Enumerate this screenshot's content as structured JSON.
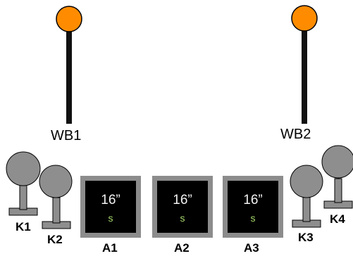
{
  "whiteboards": [
    {
      "label": "WB1",
      "marker_color": "#ff8c00"
    },
    {
      "label": "WB2",
      "marker_color": "#ff8c00"
    }
  ],
  "knobs": [
    {
      "label": "K1"
    },
    {
      "label": "K2"
    },
    {
      "label": "K3"
    },
    {
      "label": "K4"
    }
  ],
  "monitors": [
    {
      "label": "A1",
      "size": "16”",
      "sub": "s"
    },
    {
      "label": "A2",
      "size": "16”",
      "sub": "s"
    },
    {
      "label": "A3",
      "size": "16”",
      "sub": "s"
    }
  ],
  "colors": {
    "knob_fill": "#8e8e8e",
    "monitor_frame": "#8c8c8c",
    "screen": "#000000",
    "screen_text": "#f2f2f2",
    "screen_sub_text": "#a6d96a"
  }
}
